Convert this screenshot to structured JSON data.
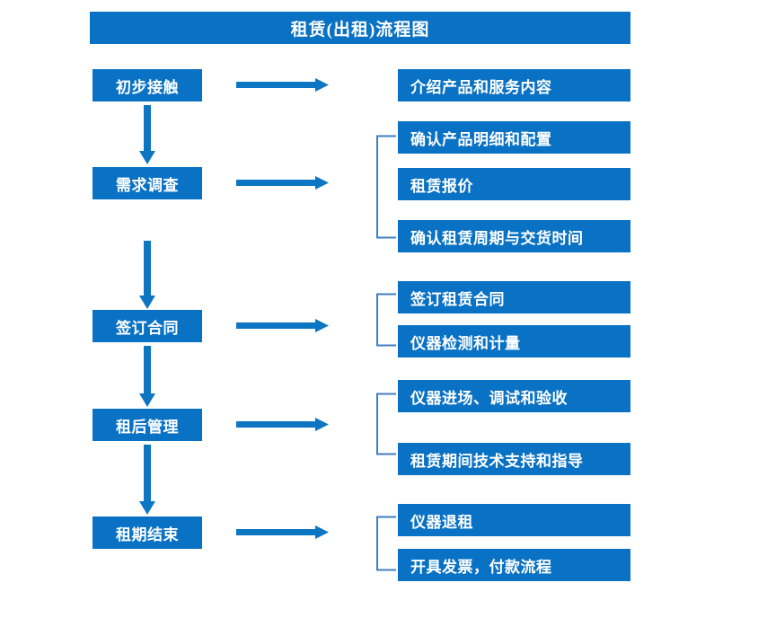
{
  "chart_data": {
    "type": "diagram",
    "title": "租赁(出租)流程图",
    "diagram_kind": "flowchart",
    "orientation": "vertical-with-branches",
    "colors": {
      "box_fill": "#0A72C4",
      "box_text": "#FFFFFF",
      "arrow": "#0C76C3",
      "bracket": "#3E7FC1",
      "background": "#FFFFFF"
    },
    "stages": [
      {
        "id": "stage-1",
        "label": "初步接触",
        "details": [
          "介绍产品和服务内容"
        ],
        "has_bracket": false
      },
      {
        "id": "stage-2",
        "label": "需求调查",
        "details": [
          "确认产品明细和配置",
          "租赁报价",
          "确认租赁周期与交货时间"
        ],
        "has_bracket": true
      },
      {
        "id": "stage-3",
        "label": "签订合同",
        "details": [
          "签订租赁合同",
          "仪器检测和计量"
        ],
        "has_bracket": true
      },
      {
        "id": "stage-4",
        "label": "租后管理",
        "details": [
          "仪器进场、调试和验收",
          "租赁期间技术支持和指导"
        ],
        "has_bracket": true
      },
      {
        "id": "stage-5",
        "label": "租期结束",
        "details": [
          "仪器退租",
          "开具发票，付款流程"
        ],
        "has_bracket": true
      }
    ]
  },
  "title": {
    "text": "租赁(出租)流程图"
  },
  "stages": [
    {
      "label": "初步接触"
    },
    {
      "label": "需求调查"
    },
    {
      "label": "签订合同"
    },
    {
      "label": "租后管理"
    },
    {
      "label": "租期结束"
    }
  ],
  "details": [
    {
      "label": "介绍产品和服务内容"
    },
    {
      "label": "确认产品明细和配置"
    },
    {
      "label": "租赁报价"
    },
    {
      "label": "确认租赁周期与交货时间"
    },
    {
      "label": "签订租赁合同"
    },
    {
      "label": "仪器检测和计量"
    },
    {
      "label": "仪器进场、调试和验收"
    },
    {
      "label": "租赁期间技术支持和指导"
    },
    {
      "label": "仪器退租"
    },
    {
      "label": "开具发票，付款流程"
    }
  ]
}
